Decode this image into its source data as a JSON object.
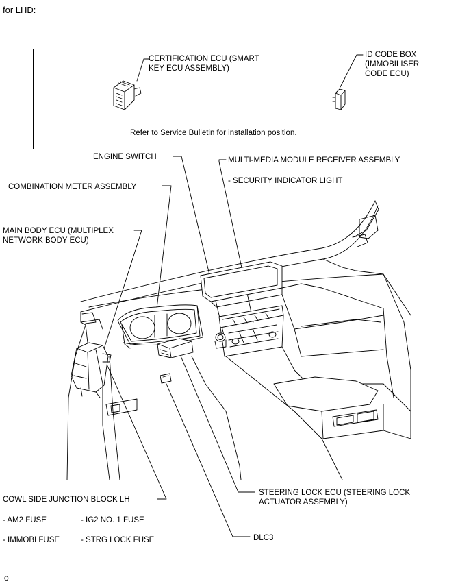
{
  "header": {
    "region": "for LHD:"
  },
  "inset": {
    "certification_ecu": [
      "CERTIFICATION ECU (SMART",
      "KEY ECU ASSEMBLY)"
    ],
    "id_code_box": [
      "ID CODE BOX",
      "(IMMOBILISER",
      "CODE ECU)"
    ],
    "note": "Refer to Service Bulletin for installation position."
  },
  "callouts": {
    "engine_switch": "ENGINE SWITCH",
    "multimedia_receiver": "MULTI-MEDIA MODULE RECEIVER ASSEMBLY",
    "security_indicator": "- SECURITY INDICATOR LIGHT",
    "combination_meter": "COMBINATION METER ASSEMBLY",
    "main_body_ecu": [
      "MAIN BODY ECU (MULTIPLEX",
      "NETWORK BODY ECU)"
    ],
    "cowl_side_jb": "COWL SIDE JUNCTION BLOCK LH",
    "am2_fuse": "- AM2 FUSE",
    "ig2_fuse": "- IG2 NO. 1 FUSE",
    "immobi_fuse": "- IMMOBI FUSE",
    "strg_lock_fuse": "- STRG LOCK FUSE",
    "steering_lock_ecu": [
      "STEERING LOCK ECU (STEERING LOCK",
      "ACTUATOR ASSEMBLY)"
    ],
    "dlc3": "DLC3"
  },
  "footer": {
    "figure_code": "o"
  }
}
